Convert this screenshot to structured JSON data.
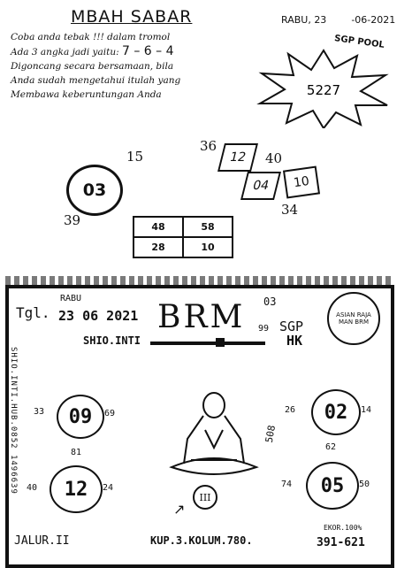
{
  "header": {
    "title": "MBAH SABAR",
    "date_label": "RABU, 23",
    "date_suffix": "-06-2021",
    "pool": "SGP POOL",
    "burst_number": "5227"
  },
  "poem": {
    "line1": "Coba anda tebak !!! dalam tromol",
    "line2_prefix": "Ada 3 angka jadi yaitu:",
    "line2_digits": "7 – 6 – 4",
    "line3": "Digoncang secara bersamaan, bila",
    "line4": "Anda sudah mengetahui itulah yang",
    "line5": "Membawa keberuntungan Anda"
  },
  "circle_block": {
    "center": "03",
    "top_right": "15",
    "bottom_left": "39"
  },
  "diamond": {
    "n36": "36",
    "n12": "12",
    "n40": "40",
    "n04": "04",
    "n10": "10",
    "n34": "34"
  },
  "grid": [
    [
      "48",
      "58"
    ],
    [
      "28",
      "10"
    ]
  ],
  "card": {
    "tgl": "Tgl.",
    "day": "RABU",
    "date": "23 06 2021",
    "brand": "BRM",
    "small_num": "03",
    "small_num2": "99",
    "market": "SGP",
    "market2": "HK",
    "shio": "SHIO.INTI",
    "vertical_text": "SHIO.INTI.HUB.0852 1496639",
    "stamp": "ASIAN RAJA MAN BRM",
    "rings": {
      "tl": {
        "value": "09",
        "left": "33",
        "right": "69",
        "below": "81"
      },
      "tr": {
        "value": "02",
        "left": "26",
        "right": "14",
        "below": "62"
      },
      "bl": {
        "value": "12",
        "left": "40",
        "right": "24"
      },
      "br": {
        "value": "05",
        "left": "74",
        "right": "50"
      }
    },
    "monk_num": "508",
    "roman": "III",
    "jalur": "JALUR.II",
    "kup": "KUP.3.KOLUM.780.",
    "ekor": "EKOR.100%",
    "bottom_right": "391-621"
  }
}
